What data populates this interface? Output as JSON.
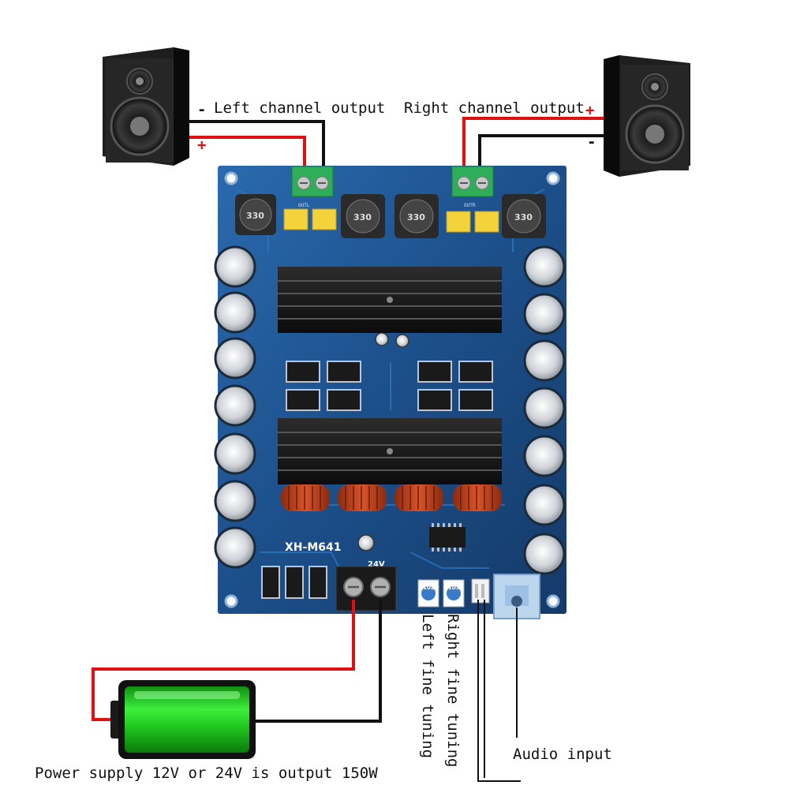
{
  "labels": {
    "left_output": "Left channel output",
    "right_output": "Right channel output",
    "minus": "-",
    "plus": "+",
    "left_tuning": "Left fine tuning",
    "right_tuning": "Right fine tuning",
    "audio_input": "Audio input",
    "power_supply": "Power supply 12V or 24V is output 150W"
  },
  "board": {
    "model": "XH-M641",
    "voltage": "24V",
    "outl": "OUTL",
    "outr": "OUTR",
    "inductor_code": "330",
    "pot_left": "102",
    "pot_right": "103"
  },
  "colors": {
    "pcb": "#1c4f8a",
    "heatsink": "#1a1a1a",
    "positive_wire": "#e01010",
    "negative_wire": "#111111",
    "battery": "#22dd22",
    "terminal_green": "#2fae5a"
  }
}
